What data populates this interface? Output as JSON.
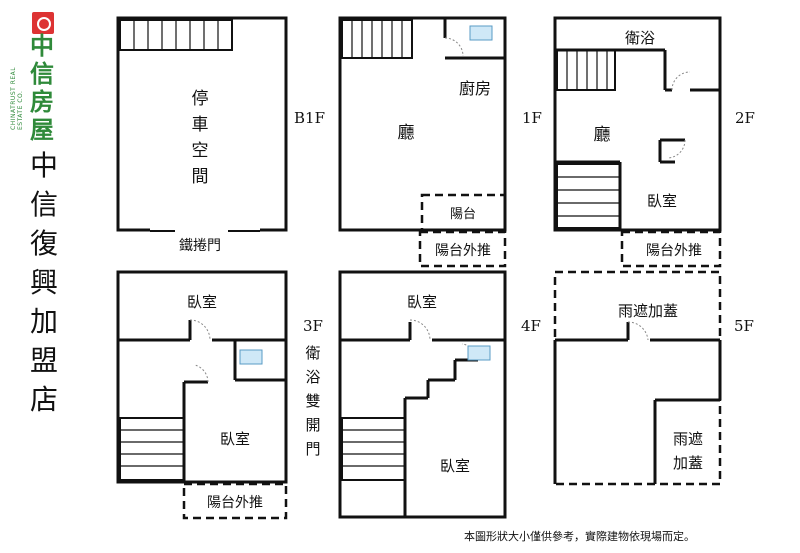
{
  "brand": {
    "logo_text": "中信房屋",
    "logo_side": "CHINATRUST REAL ESTATE CO.",
    "store_name": "中信復興加盟店"
  },
  "floors": {
    "b1": {
      "level": "B1F",
      "room_parking": "停車空間",
      "gate": "鐵捲門"
    },
    "f1": {
      "level": "1F",
      "kitchen": "廚房",
      "living": "廳",
      "balcony": "陽台",
      "balcony_ext": "陽台外推"
    },
    "f2": {
      "level": "2F",
      "bath": "衛浴",
      "living": "廳",
      "bedroom": "臥室",
      "balcony_ext": "陽台外推"
    },
    "f3": {
      "level": "3F",
      "bedroom_top": "臥室",
      "bedroom_bottom": "臥室",
      "balcony_ext": "陽台外推",
      "bath_note": "衛浴雙開門"
    },
    "f4": {
      "level": "4F",
      "bedroom_top": "臥室",
      "bedroom_bottom": "臥室"
    },
    "f5": {
      "level": "5F",
      "shelter_top": "雨遮加蓋",
      "shelter_bottom": "雨遮加蓋"
    }
  },
  "disclaimer": "本圖形狀大小僅供參考，實際建物依現場而定。"
}
